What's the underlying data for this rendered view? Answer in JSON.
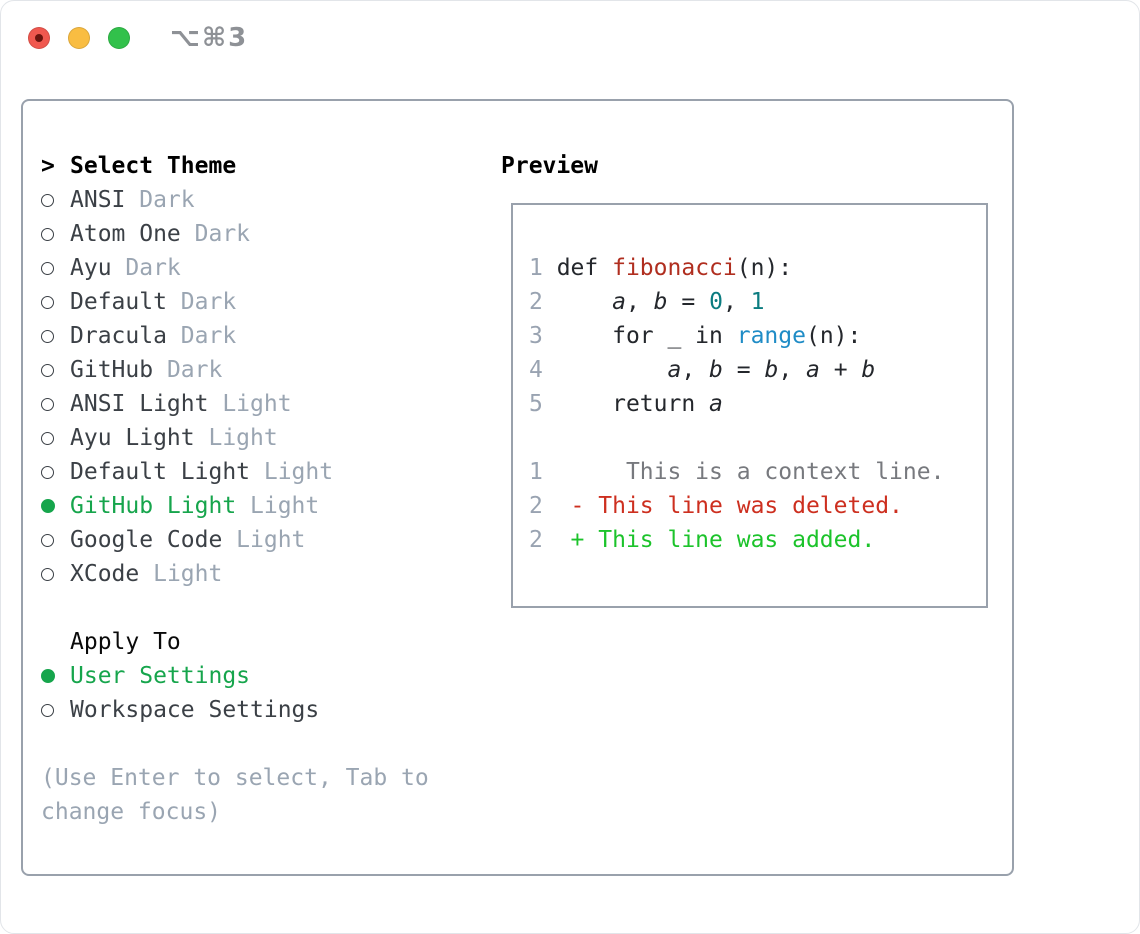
{
  "window": {
    "title": "⌥⌘3",
    "traffic_lights": [
      {
        "name": "close",
        "color": "#f0584f"
      },
      {
        "name": "minimize",
        "color": "#f9bd42"
      },
      {
        "name": "zoom",
        "color": "#32c14b"
      }
    ]
  },
  "theme_panel": {
    "header": {
      "prompt": ">",
      "label": "Select Theme"
    },
    "themes": [
      {
        "name": "ANSI",
        "variant": "Dark",
        "selected": false
      },
      {
        "name": "Atom One",
        "variant": "Dark",
        "selected": false
      },
      {
        "name": "Ayu",
        "variant": "Dark",
        "selected": false
      },
      {
        "name": "Default",
        "variant": "Dark",
        "selected": false
      },
      {
        "name": "Dracula",
        "variant": "Dark",
        "selected": false
      },
      {
        "name": "GitHub",
        "variant": "Dark",
        "selected": false
      },
      {
        "name": "ANSI Light",
        "variant": "Light",
        "selected": false
      },
      {
        "name": "Ayu Light",
        "variant": "Light",
        "selected": false
      },
      {
        "name": "Default Light",
        "variant": "Light",
        "selected": false
      },
      {
        "name": "GitHub Light",
        "variant": "Light",
        "selected": true
      },
      {
        "name": "Google Code",
        "variant": "Light",
        "selected": false
      },
      {
        "name": "XCode",
        "variant": "Light",
        "selected": false
      }
    ],
    "apply_to": {
      "label": "Apply To",
      "options": [
        {
          "label": "User Settings",
          "selected": true
        },
        {
          "label": "Workspace Settings",
          "selected": false
        }
      ]
    },
    "hint_lines": [
      "(Use Enter to select, Tab to",
      "change focus)"
    ]
  },
  "preview": {
    "label": "Preview",
    "lines": [
      [
        {
          "t": "1",
          "s": "ln"
        },
        {
          "t": " def ",
          "s": "d"
        },
        {
          "t": "fibonacci",
          "s": "f"
        },
        {
          "t": "(n):",
          "s": "d"
        }
      ],
      [
        {
          "t": "2",
          "s": "ln"
        },
        {
          "t": "     ",
          "s": "d"
        },
        {
          "t": "a",
          "s": "v"
        },
        {
          "t": ", ",
          "s": "d"
        },
        {
          "t": "b",
          "s": "v"
        },
        {
          "t": " = ",
          "s": "d"
        },
        {
          "t": "0",
          "s": "n"
        },
        {
          "t": ", ",
          "s": "d"
        },
        {
          "t": "1",
          "s": "n"
        }
      ],
      [
        {
          "t": "3",
          "s": "ln"
        },
        {
          "t": "     for _ in ",
          "s": "d"
        },
        {
          "t": "range",
          "s": "b"
        },
        {
          "t": "(n):",
          "s": "d"
        }
      ],
      [
        {
          "t": "4",
          "s": "ln"
        },
        {
          "t": "         ",
          "s": "d"
        },
        {
          "t": "a",
          "s": "v"
        },
        {
          "t": ", ",
          "s": "d"
        },
        {
          "t": "b",
          "s": "v"
        },
        {
          "t": " = ",
          "s": "d"
        },
        {
          "t": "b",
          "s": "v"
        },
        {
          "t": ", ",
          "s": "d"
        },
        {
          "t": "a",
          "s": "v"
        },
        {
          "t": " + ",
          "s": "d"
        },
        {
          "t": "b",
          "s": "v"
        }
      ],
      [
        {
          "t": "5",
          "s": "ln"
        },
        {
          "t": "     return ",
          "s": "d"
        },
        {
          "t": "a",
          "s": "v"
        }
      ],
      [],
      [
        {
          "t": "1",
          "s": "ln"
        },
        {
          "t": "      This is a context line.",
          "s": "ctx"
        }
      ],
      [
        {
          "t": "2",
          "s": "ln"
        },
        {
          "t": "  - This line was deleted.",
          "s": "del"
        }
      ],
      [
        {
          "t": "2",
          "s": "ln"
        },
        {
          "t": "  + This line was added.",
          "s": "add"
        }
      ]
    ]
  },
  "colors": {
    "sel_green": "#16a54c",
    "add_green": "#1cc32b",
    "del_red": "#cd2f1f",
    "func_red": "#b02e1f",
    "num_teal": "#0b7c80",
    "builtin_blue": "#1f8cc6",
    "muted_gray": "#9aa5b2",
    "dark_text": "#3b4046",
    "code_text": "#24272c",
    "context_gray": "#77797e",
    "line_number_gray": "#99a3b1",
    "panel_border": "#99a1ac",
    "light_red": "#f0584f",
    "light_yellow": "#f9bd42",
    "light_green": "#32c14b"
  }
}
